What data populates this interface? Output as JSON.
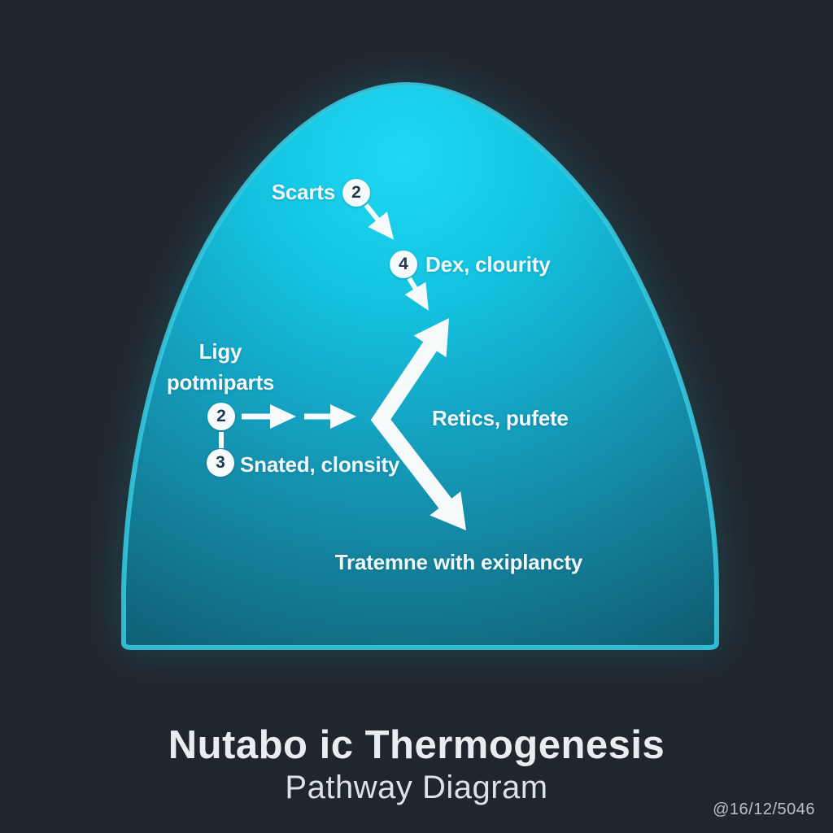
{
  "title": {
    "main": "Nutabo ic Thermogenesis",
    "subtitle": "Pathway Diagram"
  },
  "watermark": "@16/12/5046",
  "labels": {
    "scarts": "Scarts",
    "dex": "Dex, clourity",
    "ligy_line1": "Ligy",
    "ligy_line2": "potmiparts",
    "retics": "Retics, pufete",
    "snated": "Snated, clonsity",
    "tratemne": "Tratemne with exiplancty"
  },
  "badges": {
    "scarts": "2",
    "dex": "4",
    "ligy": "2",
    "snated": "3"
  },
  "colors": {
    "background": "#20262d",
    "dome_top": "#1ed9f3",
    "dome_mid": "#149fbe",
    "dome_bottom": "#0f5a6f",
    "dome_rim": "#35c6de",
    "arrow": "#f6fafb",
    "badge_bg": "#f6fafb",
    "badge_text": "#1d3950",
    "title_text": "#e9edf0"
  }
}
